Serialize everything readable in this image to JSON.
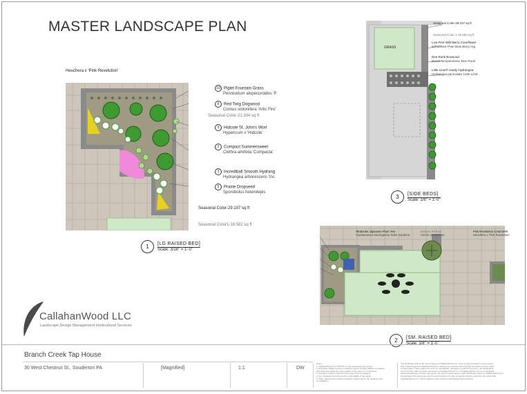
{
  "sheet_title": "MASTER LANDSCAPE PLAN",
  "lg_bed": {
    "top_label": "Heuchera x 'Pink Revelution'",
    "callouts": [
      {
        "num": "10",
        "common": "Piglet Fountain Grass",
        "scientific": "Pennisetum alopecuroides 'P"
      },
      {
        "num": "6",
        "common": "Red Twig Dogwood",
        "scientific": "Cornus stolonifera 'Artic Fire'"
      },
      {
        "num": "3",
        "common": "Hidcote St. John's Wort",
        "scientific": "Hypericum x 'Hidcote'"
      },
      {
        "num": "3",
        "common": "Compact Summersweet",
        "scientific": "Clethra alnifolia 'Compacta'"
      },
      {
        "num": "3",
        "common": "Incrediball Smooth Hydrang",
        "scientific": "Hydrangea arborescens 'Inc"
      },
      {
        "num": "5",
        "common": "Prairie Dropseed",
        "scientific": "Sporobolus heterolepis"
      }
    ],
    "seasonal_1": "Seasonal Color-21.304 sq ft",
    "seasonal_2": "Seasonal Color-29.107 sq ft",
    "seasonal_3": "Seasonal Color1-18.582 sq ft",
    "view_number": "1",
    "view_title": "[LG RAISED BED]",
    "view_scale": "Scale: 3/16\" = 1'-0\""
  },
  "side_beds": {
    "seasonal_a": "Seasonal Color-29.107 sq ft",
    "seasonal_b": "Seasonal Color 1-18.582 sq ft",
    "box_label": "GRASS",
    "callouts": [
      {
        "num": "",
        "common": "Low Pine Wild Berry Coneflower",
        "scientific": "Echinacea 'Pow Wow Berry Hig"
      },
      {
        "num": "",
        "common": "Dee Runk Boxwood",
        "scientific": "Buxus sempervirens 'Dee Runk'"
      },
      {
        "num": "",
        "common": "Little Lime® Hardy Hydrangea",
        "scientific": "Hydrangea paniculata 'Little Lime'"
      }
    ],
    "view_number": "3",
    "view_title": "[SIDE BEDS]",
    "view_scale": "Scale: 1/8\" = 1'-0\""
  },
  "sm_bed": {
    "callouts": [
      {
        "common": "Tanbonbe Japanese Plum Yew",
        "scientific": "Cephalotaxus harringtonia 'Duke Gardens'"
      },
      {
        "common": "Eastern Redbud",
        "scientific": "Cercis canadensis"
      },
      {
        "common": "Pink Revelution Coral Bells",
        "scientific": "Heuchera x 'Pink Revelution'"
      }
    ],
    "view_number": "2",
    "view_title": "[SM. RAISED BED]",
    "view_scale": "Scale: 1/8\" = 1'-0\""
  },
  "logo": {
    "name": "CallahanWood LLC",
    "tagline": "Landscape Design  Management  Horticultural Services"
  },
  "title_block": {
    "project": "Branch Creek Tap House",
    "address": "30 West Chestnut St., Souderton PA",
    "magnified": "[Magnified]",
    "scale": "1:1",
    "drawn_by": "DW",
    "notes_heading": "Notes:",
    "notes_lines": [
      "1. CallahanWood LLC will fill in on-site all designs and survey.",
      "2. All private utilities must be marked by owner. Private utilities not marked",
      "and disturbed will be the responsibility of the owner, not contractor.",
      "3. Changes in plant material must be approved by designer.",
      "4. Any necessary permits are the responsibility of the owner.",
      "5. Plant material layout will be directed or approved by the designer prior",
      "to installation."
    ],
    "copyright_lines": [
      "The landscape plan is the sole property of CallahanWood LLC. Copy of plan provided to owner along",
      "with related proposal. CallahanWood LLC reserves its common law copyright and other property rights",
      "in these plans. These plans are not to be reproduced, changed or copied in any form, nor assigned to",
      "any third party without written permission of CallahanWood LLC. If CallahanWood LLC is not awarded",
      "planned landscape contract, the owner may sign an agreement to retain landscape plans by CallahanWood LLC.",
      "Immediately if the landscape plan is used by owner or other contractor hired by owner for use other than",
      "CallahanWood LLC. Owner agrees to pay owner for all designing fees involved."
    ]
  },
  "colors": {
    "paver": "#cdc7bb",
    "mulch": "#9f9a83",
    "lawn": "#cfe8c8",
    "shrub_green": "#3e9a31",
    "light_green": "#b7d98f",
    "seasonal_yellow": "#e6d21e",
    "seasonal_pink": "#f08ad8",
    "wall_grey": "#8a8a8a"
  },
  "icons": [
    "leaf-logo-icon"
  ]
}
